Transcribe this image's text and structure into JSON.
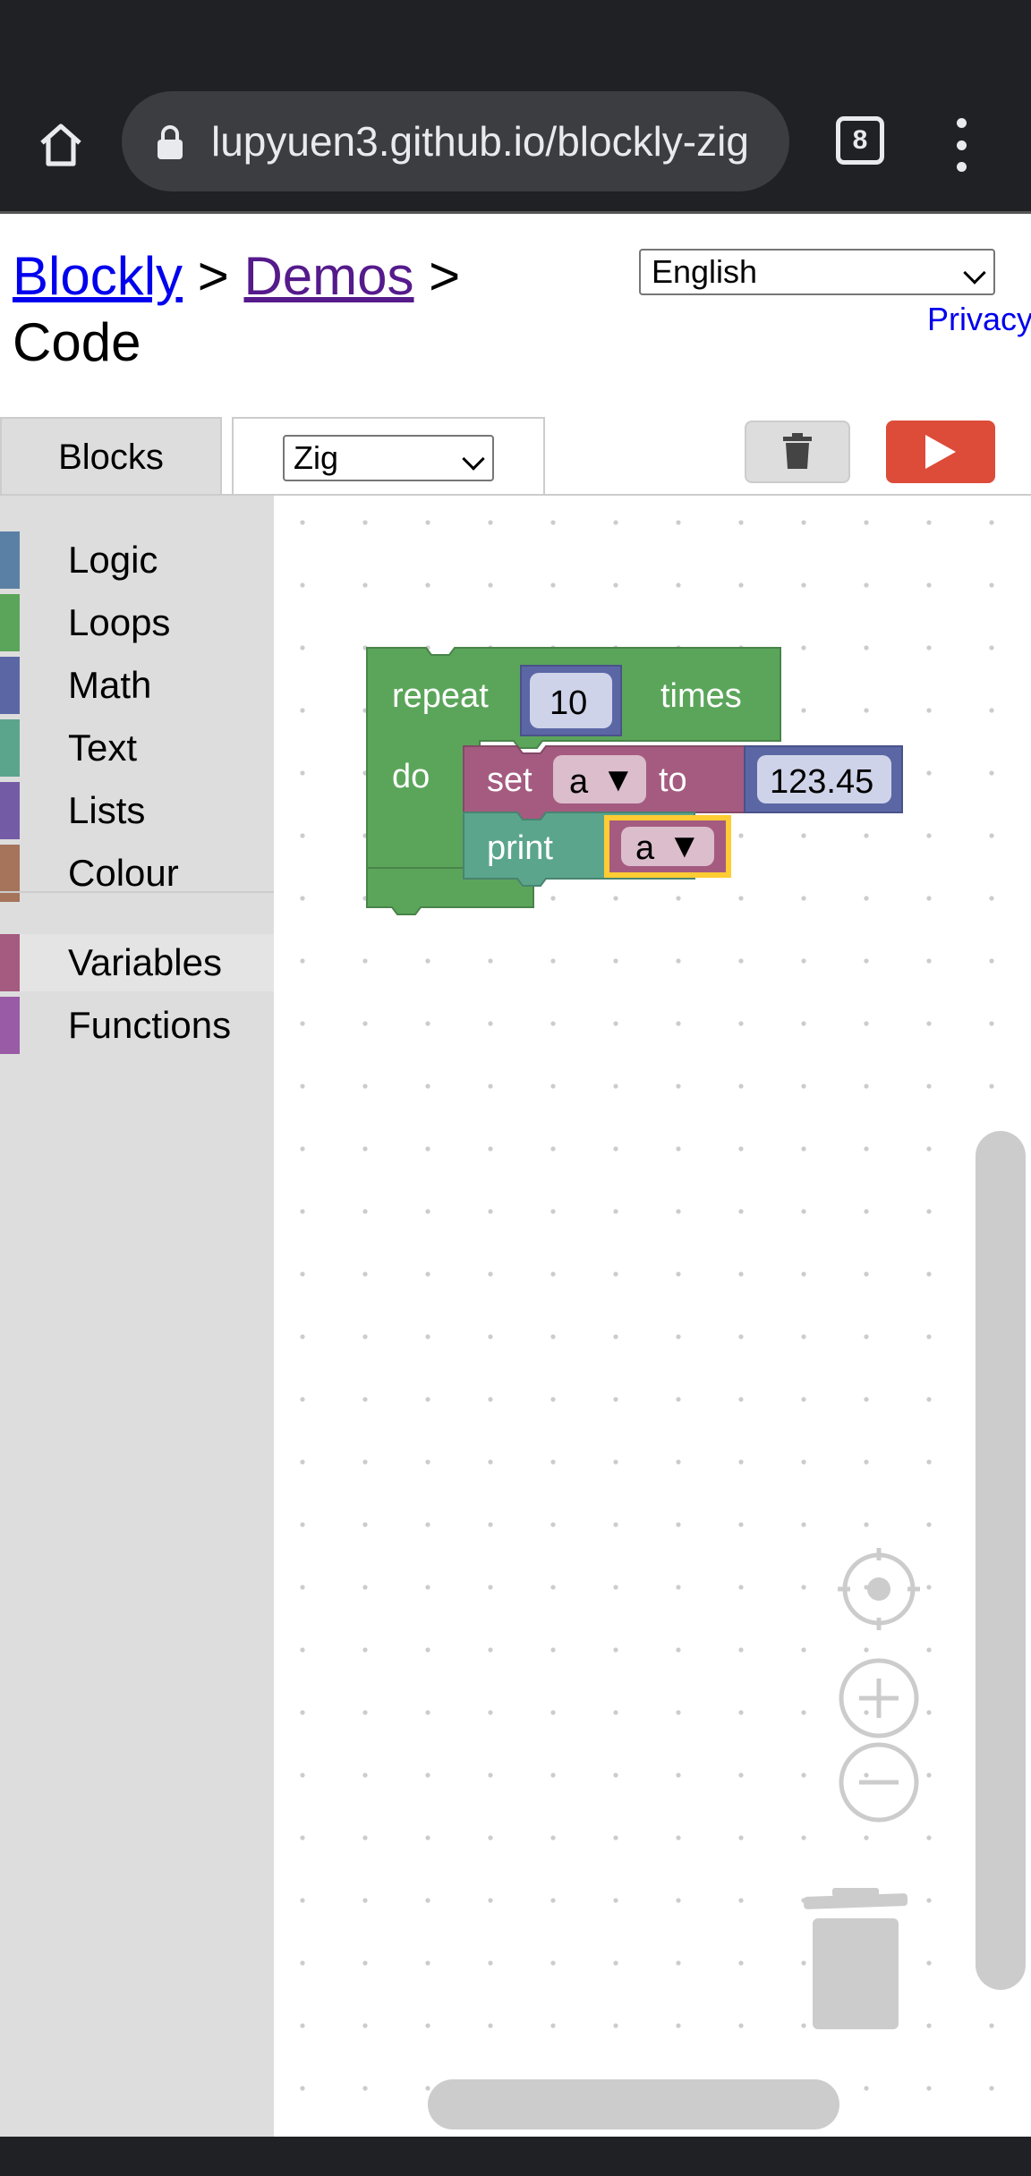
{
  "browser": {
    "url": "lupyuen3.github.io/blockly-zig",
    "tab_count": "8"
  },
  "header": {
    "crumb_blockly": "Blockly",
    "crumb_sep1": " > ",
    "crumb_demos": "Demos",
    "crumb_sep2": " > ",
    "crumb_code": "Code",
    "language": "English",
    "privacy": "Privacy"
  },
  "tabs": {
    "blocks_label": "Blocks",
    "code_language": "Zig"
  },
  "toolbox": {
    "categories": [
      {
        "label": "Logic",
        "color": "#5b80a5"
      },
      {
        "label": "Loops",
        "color": "#5ba55b"
      },
      {
        "label": "Math",
        "color": "#5b67a5"
      },
      {
        "label": "Text",
        "color": "#5ba58c"
      },
      {
        "label": "Lists",
        "color": "#745ba5"
      },
      {
        "label": "Colour",
        "color": "#a5745b"
      },
      {
        "label": "Variables",
        "color": "#a55b80"
      },
      {
        "label": "Functions",
        "color": "#995ba5"
      }
    ]
  },
  "workspace": {
    "repeat_label": "repeat",
    "repeat_count": "10",
    "times_label": "times",
    "do_label": "do",
    "set_label": "set",
    "set_var": "a",
    "to_label": "to",
    "set_value": "123.45",
    "print_label": "print",
    "print_var": "a",
    "dropdown_arrow": "▼"
  },
  "colors": {
    "loops": "#5ba55b",
    "variables": "#a55b80",
    "math": "#5b67a5",
    "text": "#5ba58c",
    "run": "#dd4b39",
    "highlight": "#fc3"
  }
}
